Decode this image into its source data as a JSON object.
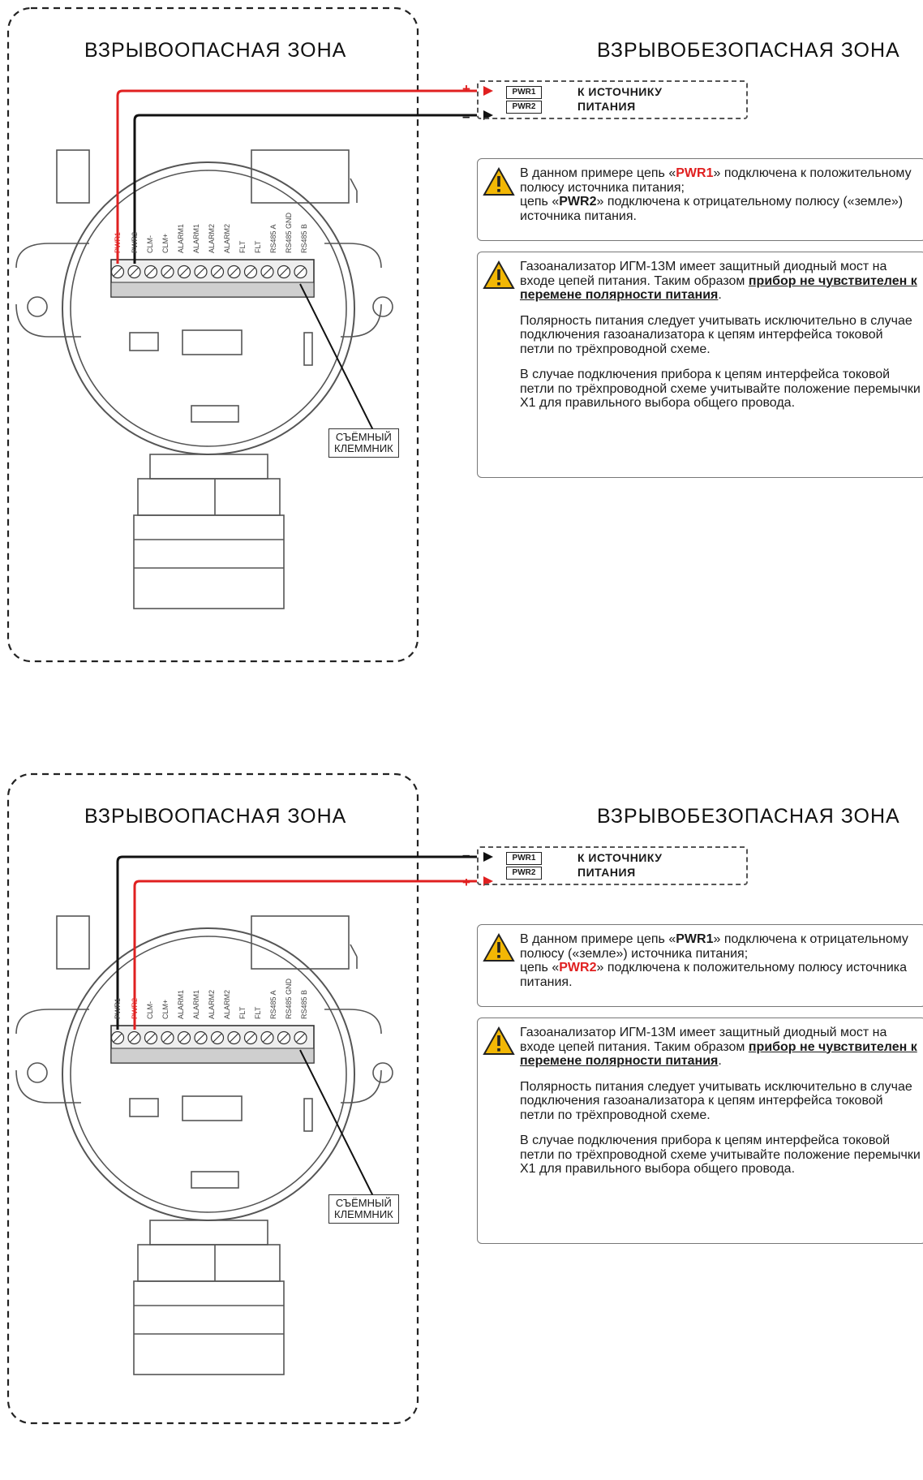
{
  "panels": [
    {
      "hazard_zone_title": "ВЗРЫВООПАСНАЯ  ЗОНА",
      "safe_zone_title": "ВЗРЫВОБЕЗОПАСНАЯ  ЗОНА",
      "pwr_tags": [
        "PWR1",
        "PWR2"
      ],
      "signs": [
        "+",
        "–"
      ],
      "caption_line1": "К  ИСТОЧНИКУ",
      "caption_line2": "ПИТАНИЯ",
      "note1": {
        "t1": "В данном примере цепь «",
        "t2": "PWR1",
        "t3": "» подключена к положительному полюсу источника питания;",
        "t4": "цепь «",
        "t5": "PWR2",
        "t6": "» подключена к отрицательному полюсу («земле») источника питания."
      },
      "note2": {
        "p1a": "Газоанализатор ИГМ-13М имеет защитный диодный мост на входе цепей питания.  Таким образом ",
        "p1b": "прибор не чувствителен к перемене полярности питания",
        "p1c": ".",
        "p2": "Полярность питания следует учитывать исключительно в случае подключения газоанализатора к цепям интерфейса токовой петли по трёхпроводной схеме.",
        "p3": "В случае подключения прибора к цепям интерфейса токовой петли по трёхпроводной схеме учитывайте положение перемычки X1 для правильного выбора общего провода."
      },
      "terminal_label_l1": "СЪЁМНЫЙ",
      "terminal_label_l2": "КЛЕММНИК",
      "terminal_pins": [
        "PWR1",
        "PWR2",
        "CLM-",
        "CLM+",
        "ALARM1",
        "ALARM1",
        "ALARM2",
        "ALARM2",
        "FLT",
        "FLT",
        "RS485 A",
        "RS485 GND",
        "RS485 B"
      ]
    },
    {
      "hazard_zone_title": "ВЗРЫВООПАСНАЯ  ЗОНА",
      "safe_zone_title": "ВЗРЫВОБЕЗОПАСНАЯ  ЗОНА",
      "pwr_tags": [
        "PWR1",
        "PWR2"
      ],
      "signs": [
        "–",
        "+"
      ],
      "caption_line1": "К  ИСТОЧНИКУ",
      "caption_line2": "ПИТАНИЯ",
      "note1": {
        "t1": "В данном примере цепь «",
        "t2": "PWR1",
        "t3": "» подключена к отрицательному полюсу («земле») источника питания;",
        "t4": "цепь «",
        "t5": "PWR2",
        "t6": "» подключена к положительному полюсу источника питания."
      },
      "note2": {
        "p1a": "Газоанализатор ИГМ-13М имеет защитный диодный мост на входе цепей питания.  Таким образом ",
        "p1b": "прибор не чувствителен к перемене полярности питания",
        "p1c": ".",
        "p2": "Полярность питания следует учитывать исключительно в случае подключения газоанализатора к цепям интерфейса токовой петли по трёхпроводной схеме.",
        "p3": "В случае подключения прибора к цепям интерфейса токовой петли по трёхпроводной схеме учитывайте положение перемычки X1 для правильного выбора общего провода."
      },
      "terminal_label_l1": "СЪЁМНЫЙ",
      "terminal_label_l2": "КЛЕММНИК",
      "terminal_pins": [
        "PWR1",
        "PWR2",
        "CLM-",
        "CLM+",
        "ALARM1",
        "ALARM1",
        "ALARM2",
        "ALARM2",
        "FLT",
        "FLT",
        "RS485 A",
        "RS485 GND",
        "RS485 B"
      ]
    }
  ],
  "colors": {
    "positive_wire": "#e02020",
    "negative_wire": "#111111",
    "warning": "#f2b705"
  }
}
